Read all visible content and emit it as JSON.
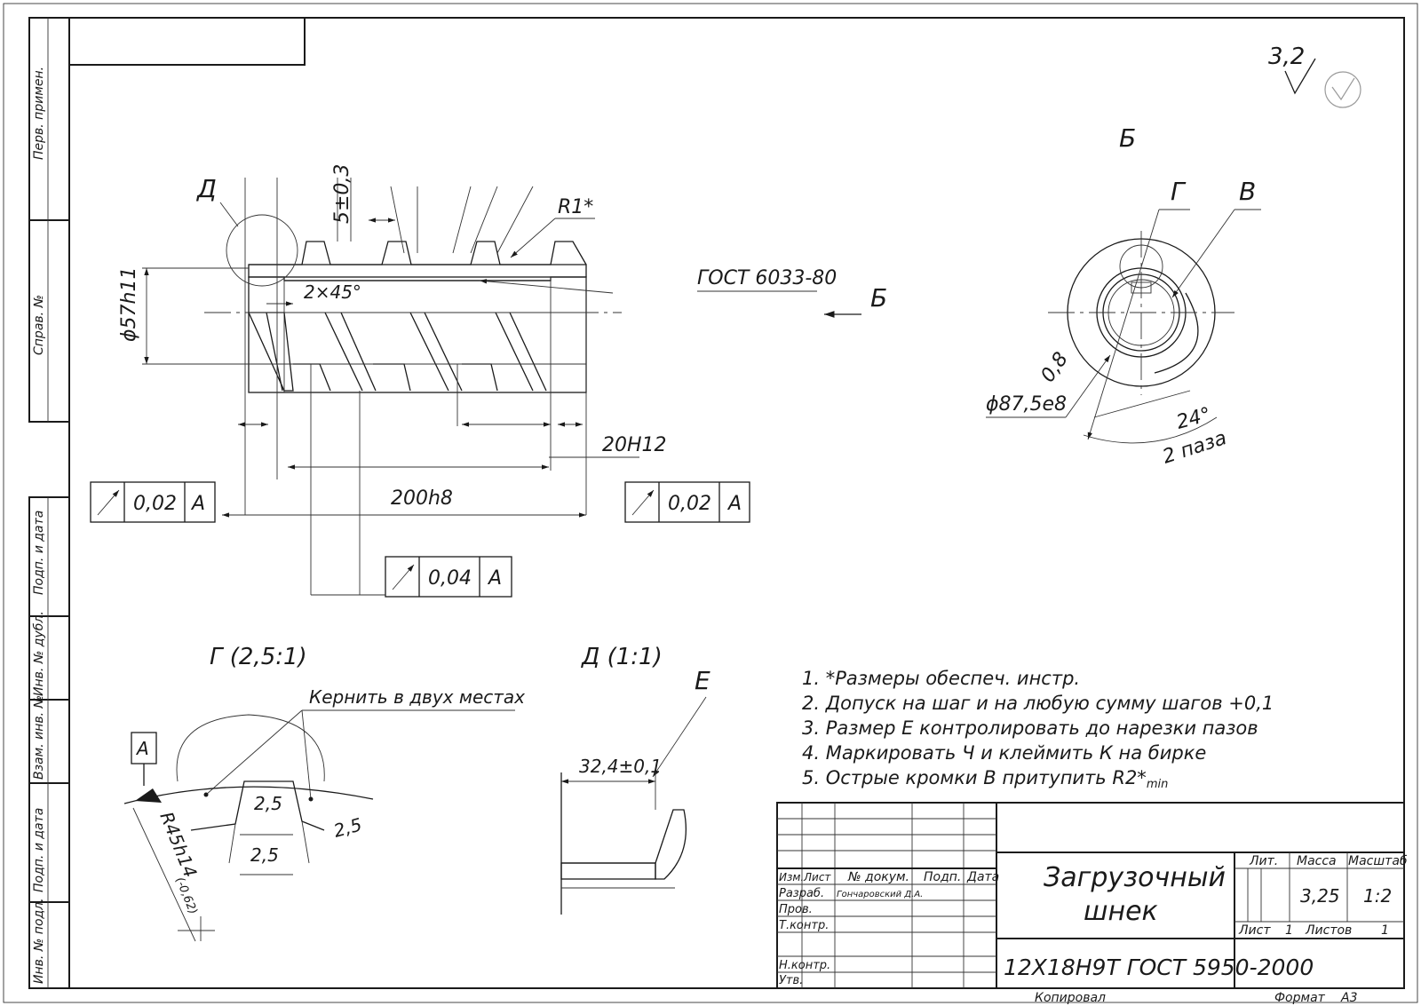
{
  "roughness": {
    "value": "3,2"
  },
  "view_labels": {
    "d_marker": "Д",
    "b_view": "Б",
    "b_arrow": "Б",
    "g_marker": "Г",
    "v_marker": "В",
    "g_detail": "Г (2,5:1)",
    "d_detail": "Д (1:1)",
    "e_marker": "Е"
  },
  "dimensions": {
    "pitch": "5±0,3",
    "radius": "R1*",
    "chamfer": "2×45°",
    "diameter": "ϕ57h11",
    "length": "200h8",
    "groove": "20H12",
    "outer_diameter": "ϕ87,5e8",
    "depth": "0,8",
    "angle": "24°",
    "slots": "2 паза",
    "detail_g_a": "2,5",
    "detail_g_b": "2,5",
    "detail_g_c": "2,5",
    "detail_g_radius": "R45h14",
    "detail_g_tol": "(-0,62)",
    "detail_d": "32,4±0,1"
  },
  "standard_ref": "ГОСТ 6033-80",
  "tolerance_frames": [
    {
      "value": "0,02",
      "datum": "A"
    },
    {
      "value": "0,02",
      "datum": "A"
    },
    {
      "value": "0,04",
      "datum": "A"
    }
  ],
  "datum_label": "A",
  "kernit_note": "Кернить в двух местах",
  "notes": [
    "1. *Размеры обеспеч. инстр.",
    "2. Допуск на шаг и на любую сумму шагов +0,1",
    "3. Размер Е контролировать до нарезки пазов",
    "4. Маркировать Ч и клеймить К на бирке",
    "5. Острые кромки В притупить R2*"
  ],
  "note5_subscript": "min",
  "side_stamps": [
    "Перв. примен.",
    "Справ. №",
    "Подп. и дата",
    "Инв. № дубл.",
    "Взам. инв. №",
    "Подп. и дата",
    "Инв. № подл."
  ],
  "title_block": {
    "part_name_line1": "Загрузочный",
    "part_name_line2": "шнек",
    "material": "12Х18Н9Т ГОСТ 5950-2000",
    "header_izm": "Изм.",
    "header_list": "Лист",
    "header_doc": "№ докум.",
    "header_sign": "Подп.",
    "header_date": "Дата",
    "razrab": "Разраб.",
    "razrab_name": "Гончаровский Д.А.",
    "prov": "Пров.",
    "tkontr": "Т.контр.",
    "nkontr": "Н.контр.",
    "utv": "Утв.",
    "lit_label": "Лит.",
    "mass_label": "Масса",
    "scale_label": "Масштаб",
    "mass_value": "3,25",
    "scale_value": "1:2",
    "sheet_label": "Лист",
    "sheet_value": "1",
    "sheets_label": "Листов",
    "sheets_value": "1",
    "copied": "Копировал",
    "format_label": "Формат",
    "format_value": "А3"
  }
}
